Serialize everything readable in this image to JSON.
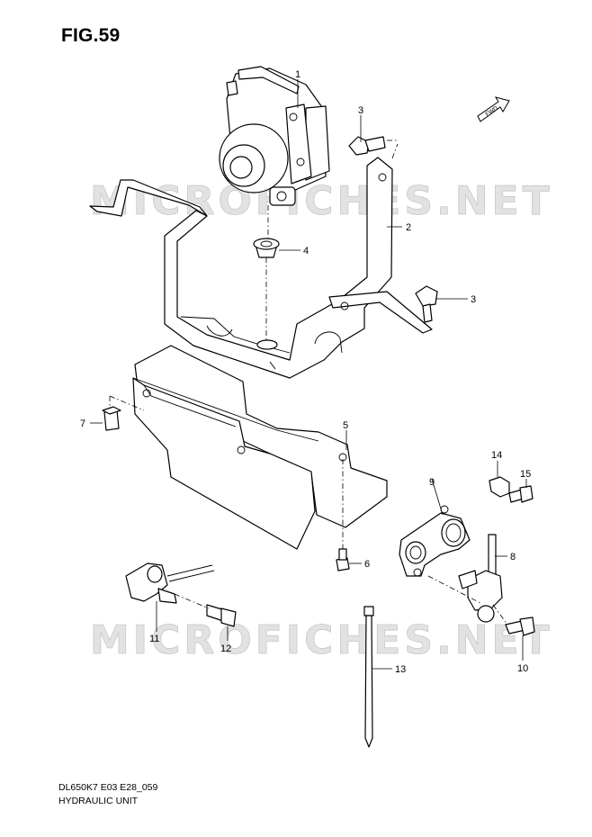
{
  "figure": {
    "title": "FIG.59",
    "code": "DL650K7 E03 E28_059",
    "name": "HYDRAULIC UNIT"
  },
  "watermark": {
    "text": "MICROFICHES.NET"
  },
  "direction_marker": {
    "text": "FWD"
  },
  "callouts": [
    {
      "id": "1",
      "part": "hydraulic-unit"
    },
    {
      "id": "2",
      "part": "bracket-rear"
    },
    {
      "id": "3",
      "part": "bolt-upper"
    },
    {
      "id": "3",
      "part": "bolt-right"
    },
    {
      "id": "4",
      "part": "cushion"
    },
    {
      "id": "5",
      "part": "tray"
    },
    {
      "id": "6",
      "part": "screw-tray"
    },
    {
      "id": "7",
      "part": "clip"
    },
    {
      "id": "8",
      "part": "sensor-rear"
    },
    {
      "id": "9",
      "part": "sensor-holder"
    },
    {
      "id": "10",
      "part": "bolt-sensor-rear"
    },
    {
      "id": "11",
      "part": "sensor-front"
    },
    {
      "id": "12",
      "part": "bolt-sensor-front"
    },
    {
      "id": "13",
      "part": "cable-tie"
    },
    {
      "id": "14",
      "part": "clamp"
    },
    {
      "id": "15",
      "part": "bolt-clamp"
    }
  ],
  "colors": {
    "line": "#000000",
    "watermark": "#d8d8d8",
    "background": "#ffffff"
  }
}
